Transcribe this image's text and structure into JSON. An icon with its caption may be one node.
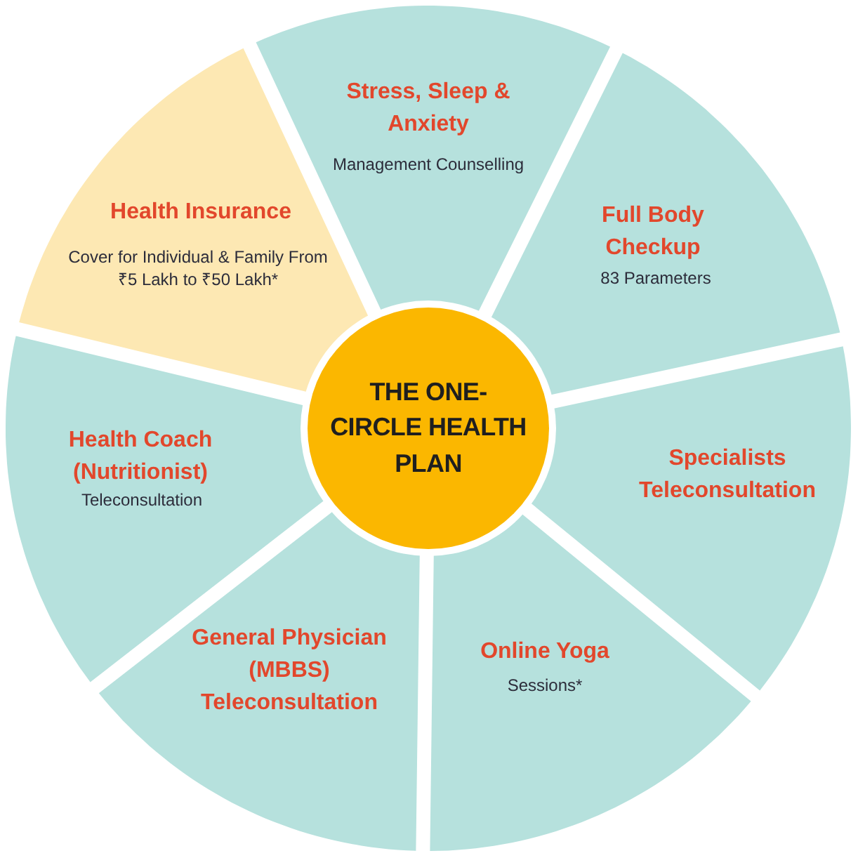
{
  "diagram": {
    "nodes": [
      {
        "text": [
          "THE ONE-CIRCLE HEALTH PLAN"
        ]
      },
      {
        "text": [
          "Stress, Sleep & Anxiety",
          "Management Counselling"
        ]
      },
      {
        "text": [
          "Full Body Checkup",
          "83 Parameters"
        ]
      },
      {
        "text": [
          "Specialists Teleconsultation"
        ]
      },
      {
        "text": [
          "Online Yoga",
          "Sessions*"
        ]
      },
      {
        "text": [
          "General Physician (MBBS) Teleconsultation"
        ]
      },
      {
        "text": [
          "Health Coach (Nutritionist)",
          "Teleconsultation"
        ]
      },
      {
        "text": [
          "Health Insurance",
          "Cover for Individual & Family From ₹5 Lakh to ₹50 Lakh*"
        ]
      }
    ]
  }
}
